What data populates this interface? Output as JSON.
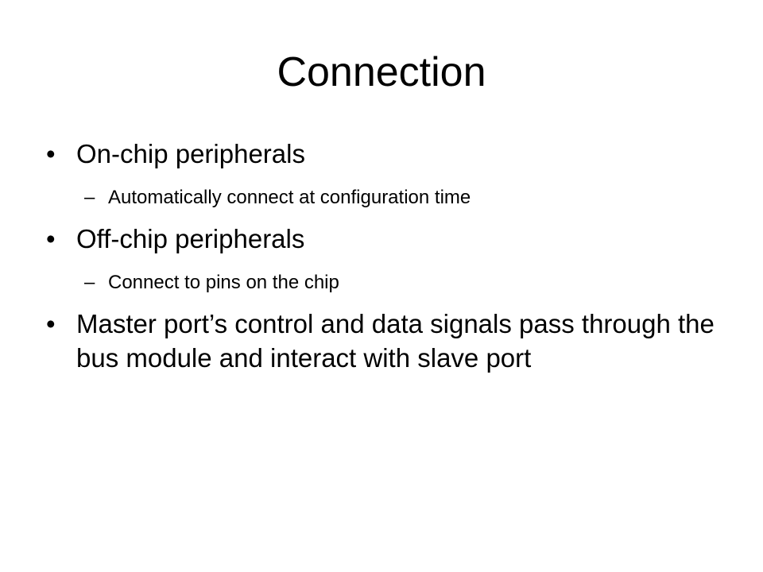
{
  "slide": {
    "title": "Connection",
    "bullet_marker": "•",
    "sub_marker": "–",
    "bullets": [
      {
        "text": "On-chip peripherals",
        "sub": "Automatically connect at configuration time"
      },
      {
        "text": "Off-chip peripherals",
        "sub": "Connect to pins on the chip"
      },
      {
        "text": "Master port’s control and data signals pass through the bus module and interact with slave port"
      }
    ]
  },
  "colors": {
    "background": "#ffffff",
    "text": "#000000"
  }
}
